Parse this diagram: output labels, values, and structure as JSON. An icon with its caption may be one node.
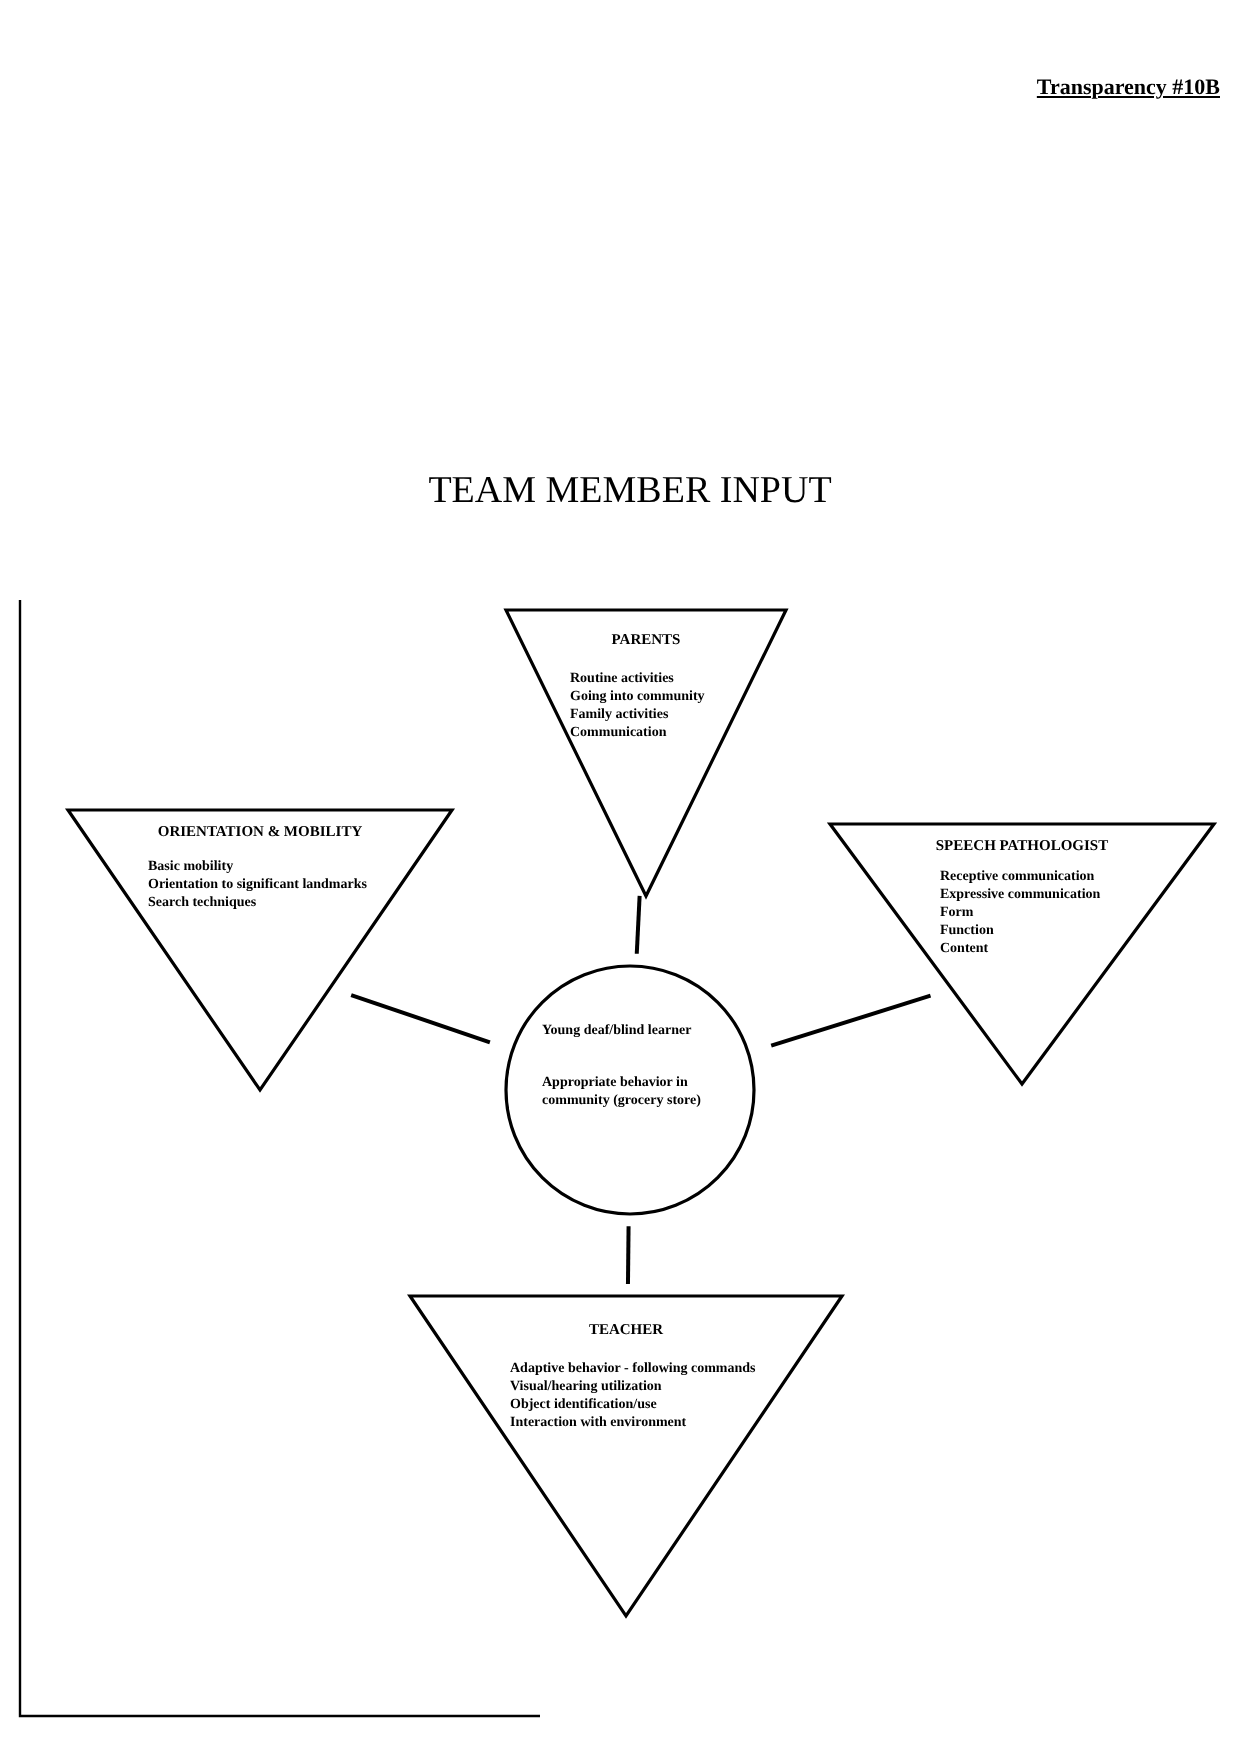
{
  "diagram": {
    "title": "TEAM MEMBER INPUT",
    "nodes": [
      {
        "text": [
          "PARENTS",
          "Routine activities",
          "Going into community",
          "Family activities",
          "Communication"
        ]
      },
      {
        "text": [
          "ORIENTATION & MOBILITY",
          "Basic mobility",
          "Orientation to significant landmarks",
          "Search techniques"
        ]
      },
      {
        "text": [
          "SPEECH PATHOLOGIST",
          "Receptive communication",
          "Expressive communication",
          "Form",
          "Function",
          "Content"
        ]
      },
      {
        "text": [
          "Young deaf/blind learner",
          "Appropriate behavior in community (grocery store)"
        ]
      },
      {
        "text": [
          "TEACHER",
          "Adaptive behavior - following commands",
          "Visual/hearing utilization",
          "Object identification/use",
          "Interaction with environment"
        ]
      }
    ],
    "edges": [
      {
        "from": 3,
        "to": 0,
        "arrow": "none"
      },
      {
        "from": 3,
        "to": 1,
        "arrow": "none"
      },
      {
        "from": 3,
        "to": 2,
        "arrow": "none"
      },
      {
        "from": 3,
        "to": 4,
        "arrow": "none"
      }
    ],
    "labels": [
      "Transparency #10B"
    ]
  }
}
